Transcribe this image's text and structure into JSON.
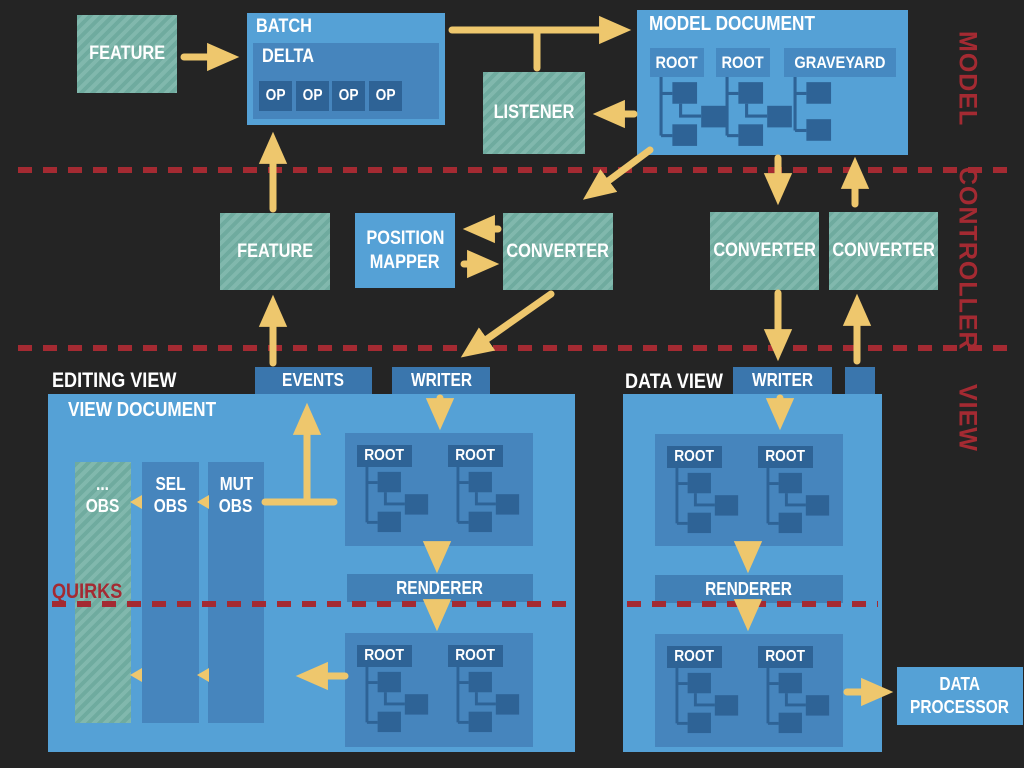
{
  "zones": {
    "model": "MODEL",
    "controller": "CONTROLLER",
    "view": "VIEW"
  },
  "model": {
    "feature": "FEATURE",
    "batch": "BATCH",
    "delta": "DELTA",
    "ops": [
      "OP",
      "OP",
      "OP",
      "OP"
    ],
    "document_title": "MODEL DOCUMENT",
    "document_roots": [
      "ROOT",
      "ROOT",
      "GRAVEYARD"
    ],
    "listener": "LISTENER"
  },
  "controller": {
    "feature": "FEATURE",
    "position_mapper_line1": "POSITION",
    "position_mapper_line2": "MAPPER",
    "converters": [
      "CONVERTER",
      "CONVERTER",
      "CONVERTER"
    ]
  },
  "view": {
    "editing": {
      "title": "EDITING VIEW",
      "events": "EVENTS",
      "writer": "WRITER",
      "document_title": "VIEW DOCUMENT",
      "observers": [
        {
          "l1": "...",
          "l2": "OBS"
        },
        {
          "l1": "SEL",
          "l2": "OBS"
        },
        {
          "l1": "MUT",
          "l2": "OBS"
        }
      ],
      "renderer": "RENDERER",
      "quirks": "QUIRKS",
      "roots_top": [
        "ROOT",
        "ROOT"
      ],
      "roots_bottom": [
        "ROOT",
        "ROOT"
      ]
    },
    "data": {
      "title": "DATA VIEW",
      "writer": "WRITER",
      "renderer": "RENDERER",
      "roots_top": [
        "ROOT",
        "ROOT"
      ],
      "roots_bottom": [
        "ROOT",
        "ROOT"
      ],
      "processor_line1": "DATA",
      "processor_line2": "PROCESSOR"
    }
  },
  "colors": {
    "background": "#242424",
    "light_blue": "#55a1d6",
    "medium_blue": "#4685bd",
    "header_blue": "#3a76ad",
    "dark_blue": "#2e6396",
    "teal": "#6fab9f",
    "teal_light": "#81b8ad",
    "arrow_yellow": "#eec76d",
    "accent_red": "#a42a32",
    "text_white": "#ffffff"
  }
}
